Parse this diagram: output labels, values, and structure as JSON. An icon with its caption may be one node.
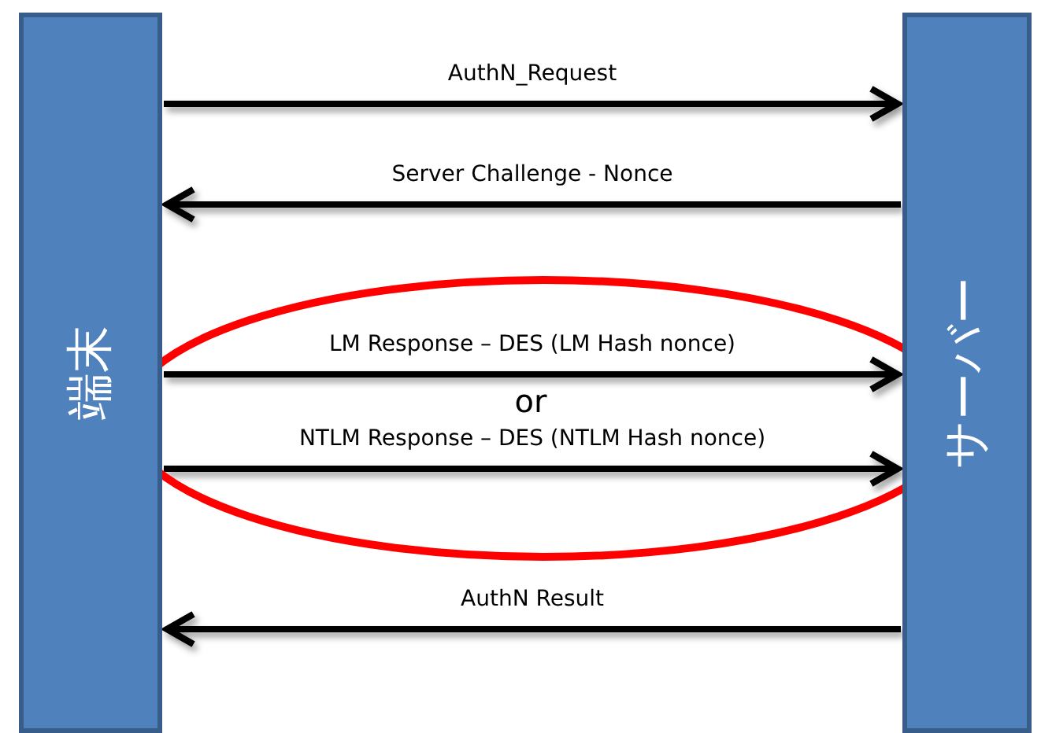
{
  "diagram": {
    "nodes": [
      {
        "text": [
          "端末"
        ]
      },
      {
        "text": [
          "サーバー"
        ]
      }
    ],
    "edges": [
      {
        "from": 0,
        "to": 1,
        "arrow": "to",
        "label": "AuthN_Request"
      },
      {
        "from": 1,
        "to": 0,
        "arrow": "to",
        "label": "Server Challenge - Nonce"
      },
      {
        "from": 0,
        "to": 1,
        "arrow": "to",
        "label": "LM Response – DES (LM Hash nonce)"
      },
      {
        "from": 0,
        "to": 1,
        "arrow": "to",
        "label": "NTLM Response – DES (NTLM Hash nonce)"
      },
      {
        "from": 1,
        "to": 0,
        "arrow": "to",
        "label": "AuthN Result"
      }
    ],
    "labels": [
      "or"
    ]
  }
}
